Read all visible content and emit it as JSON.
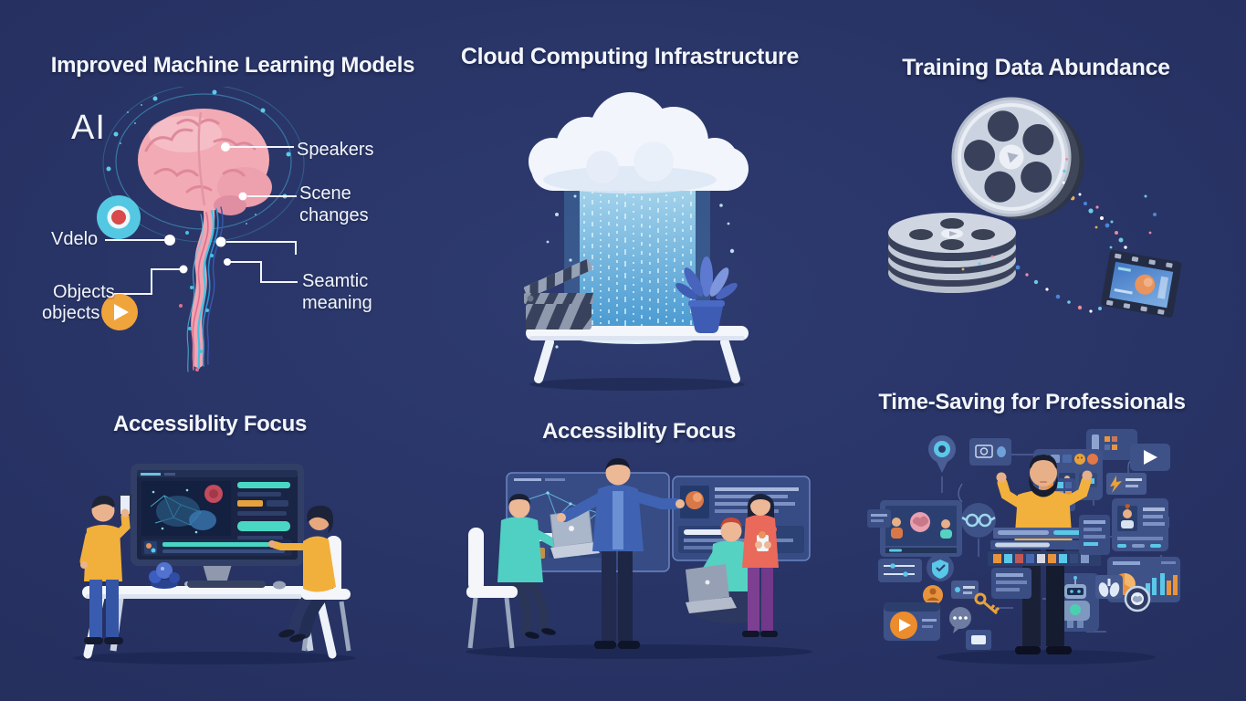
{
  "page": {
    "background_color": "#273263",
    "kind": "AI video infographic, 6 panels"
  },
  "colors": {
    "title_text": "#f3f6fb",
    "accent_cyan": "#56c8e8",
    "accent_orange": "#f0a43c",
    "brain_pink": "#f2abb5",
    "teal": "#4fd0c2",
    "shirt_yellow": "#f2b13c",
    "coral": "#e9695a",
    "purple": "#7d3f92",
    "cloud_white": "#f2f6fc"
  },
  "panels": {
    "improved_ml": {
      "title": "Improved Machine Learning Models",
      "ai_label": "AI",
      "callouts": {
        "speakers": "Speakers",
        "scene_changes": "Scene changes",
        "video": "Vdelo",
        "objects_line1": "Objects",
        "objects_line2": "objects",
        "semantic": "Seamtic meaning"
      },
      "icons": [
        "brain-icon",
        "video-icon",
        "play-icon"
      ]
    },
    "cloud_infra": {
      "title": "Cloud Computing Infrastructure",
      "icons": [
        "cloud-icon",
        "data-stream",
        "clapperboard-icon",
        "plant-icon",
        "table"
      ]
    },
    "training_data": {
      "title": "Training Data Abundance",
      "icons": [
        "film-reel-icon",
        "film-reel-stack-icon",
        "data-particles",
        "video-frame-icon"
      ]
    },
    "accessibility_left": {
      "title": "Accessiblity Focus",
      "icons": [
        "monitor-icon",
        "desk",
        "person-standing",
        "person-seated"
      ]
    },
    "accessibility_center": {
      "title": "Accessiblity Focus",
      "icons": [
        "floating-screens",
        "presenter",
        "laptop-icon",
        "group-of-people"
      ]
    },
    "time_saving": {
      "title": "Time-Saving for Professionals",
      "icons": [
        "location-pin-icon",
        "play-icon",
        "emoji-icons",
        "profile-card-icon",
        "bar-chart-icon",
        "robot-icon",
        "chat-icon",
        "key-icon",
        "shield-icon",
        "glasses-icon",
        "lungs-icon"
      ]
    }
  }
}
